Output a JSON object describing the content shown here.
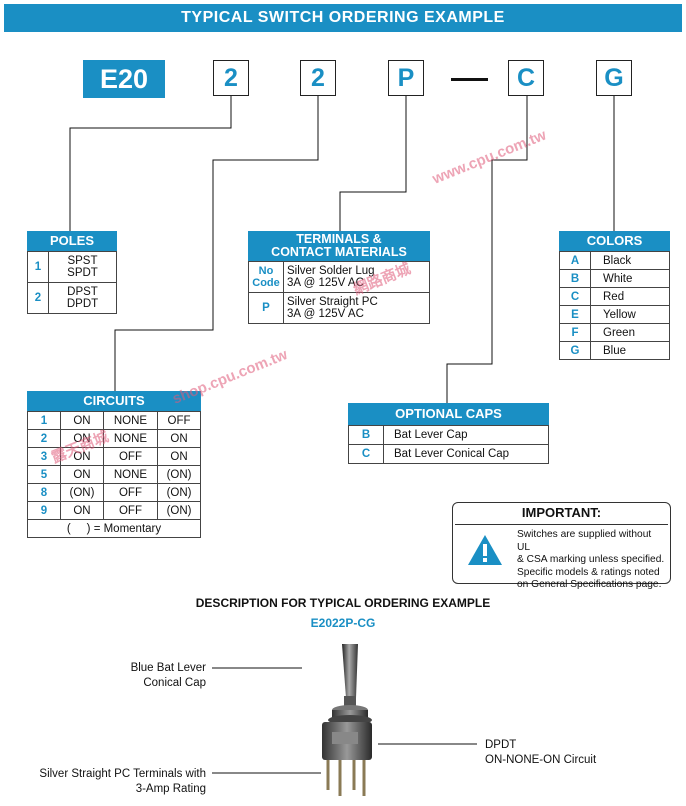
{
  "banner": "TYPICAL SWITCH ORDERING EXAMPLE",
  "code": {
    "prefix": "E20",
    "d1": "2",
    "d2": "2",
    "d3": "P",
    "d4": "C",
    "d5": "G"
  },
  "poles": {
    "title": "POLES",
    "rows": [
      {
        "n": "1",
        "a": "SPST",
        "b": "SPDT"
      },
      {
        "n": "2",
        "a": "DPST",
        "b": "DPDT"
      }
    ]
  },
  "terminals": {
    "title1": "TERMINALS &",
    "title2": "CONTACT MATERIALS",
    "rows": [
      {
        "c1": "No",
        "c2": "Code",
        "a": "Silver Solder Lug",
        "b": "3A @ 125V AC"
      },
      {
        "c1": "P",
        "c2": "",
        "a": "Silver Straight PC",
        "b": "3A @ 125V AC"
      }
    ]
  },
  "colors": {
    "title": "COLORS",
    "rows": [
      [
        "A",
        "Black"
      ],
      [
        "B",
        "White"
      ],
      [
        "C",
        "Red"
      ],
      [
        "E",
        "Yellow"
      ],
      [
        "F",
        "Green"
      ],
      [
        "G",
        "Blue"
      ]
    ]
  },
  "circuits": {
    "title": "CIRCUITS",
    "rows": [
      [
        "1",
        "ON",
        "NONE",
        "OFF"
      ],
      [
        "2",
        "ON",
        "NONE",
        "ON"
      ],
      [
        "3",
        "ON",
        "OFF",
        "ON"
      ],
      [
        "5",
        "ON",
        "NONE",
        "(ON)"
      ],
      [
        "8",
        "(ON)",
        "OFF",
        "(ON)"
      ],
      [
        "9",
        "ON",
        "OFF",
        "(ON)"
      ]
    ],
    "footer": "(     ) = Momentary"
  },
  "caps": {
    "title": "OPTIONAL CAPS",
    "rows": [
      [
        "B",
        "Bat Lever Cap"
      ],
      [
        "C",
        "Bat Lever Conical Cap"
      ]
    ]
  },
  "important": {
    "title": "IMPORTANT:",
    "lines": [
      "Switches are supplied without UL",
      "& CSA marking unless specified.",
      "Specific models & ratings noted",
      "on General Specifications page."
    ]
  },
  "description": {
    "title": "DESCRIPTION FOR TYPICAL ORDERING EXAMPLE",
    "code": "E2022P-CG"
  },
  "callouts": {
    "cap1": "Blue Bat Lever",
    "cap2": "Conical Cap",
    "term1": "Silver Straight PC Terminals with",
    "term2": "3-Amp Rating",
    "circ1": "DPDT",
    "circ2": "ON-NONE-ON Circuit"
  },
  "watermark": {
    "w1": "www.cpu.com.tw",
    "w2": "shop.cpu.com.tw",
    "w3": "露天商城",
    "w4": "網路商城"
  }
}
